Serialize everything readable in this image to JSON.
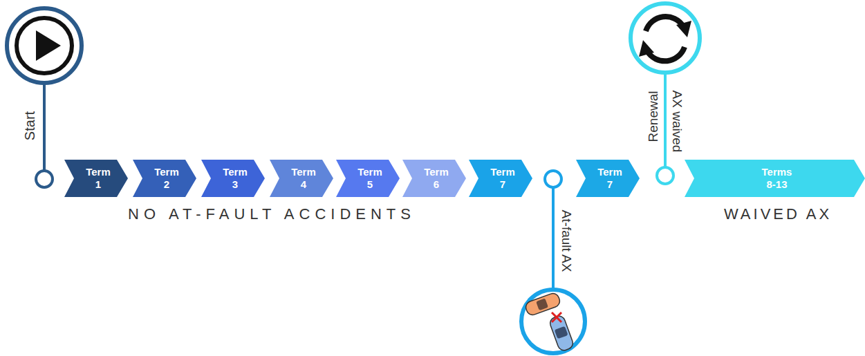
{
  "diagram": {
    "nodes": [
      {
        "text": [
          "Term",
          "1"
        ]
      },
      {
        "text": [
          "Term",
          "2"
        ]
      },
      {
        "text": [
          "Term",
          "3"
        ]
      },
      {
        "text": [
          "Term",
          "4"
        ]
      },
      {
        "text": [
          "Term",
          "5"
        ]
      },
      {
        "text": [
          "Term",
          "6"
        ]
      },
      {
        "text": [
          "Term",
          "7"
        ]
      },
      {
        "text": [
          "Term",
          "7"
        ]
      },
      {
        "text": [
          "Terms",
          "8-13"
        ]
      }
    ],
    "labels": [
      "Start",
      "NO AT-FAULT ACCIDENTS",
      "At-fault AX",
      "Renewal",
      "AX waived",
      "WAIVED AX"
    ]
  }
}
